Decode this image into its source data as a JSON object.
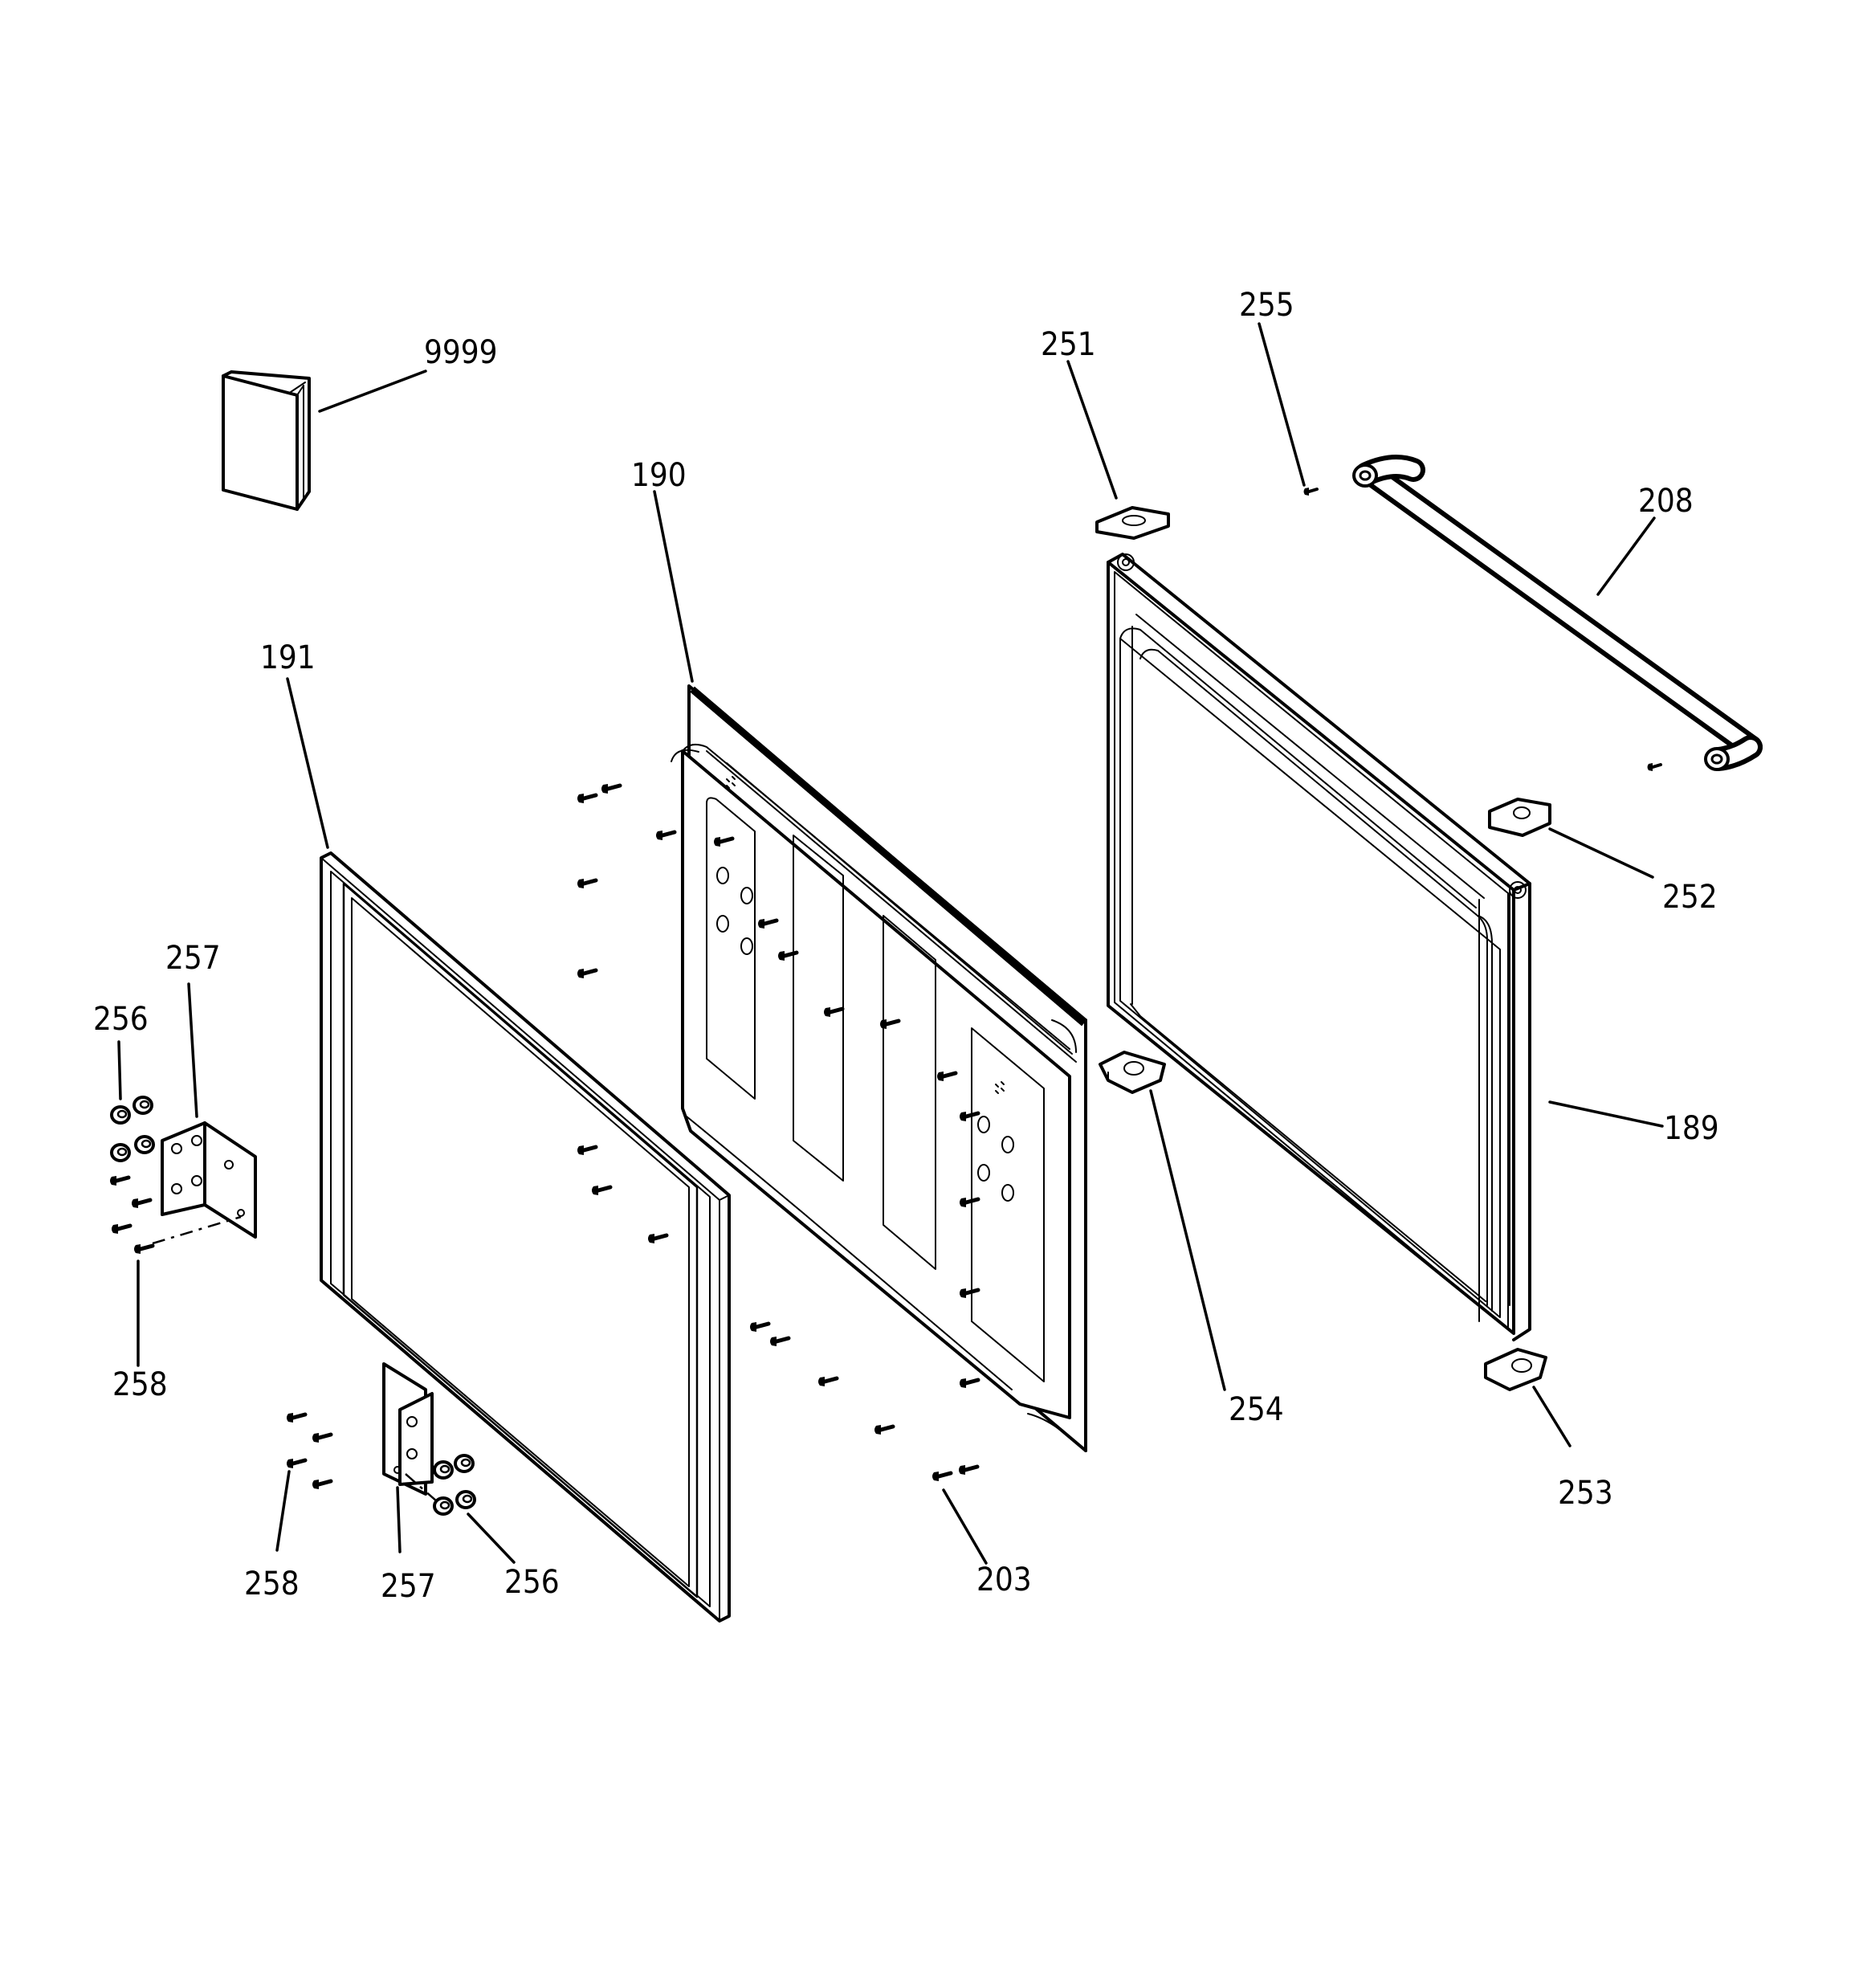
{
  "diagram": {
    "labels": {
      "p9999": "9999",
      "p190": "190",
      "p191": "191",
      "p251": "251",
      "p255": "255",
      "p208": "208",
      "p252": "252",
      "p189": "189",
      "p254": "254",
      "p253": "253",
      "p203": "203",
      "p257_left": "257",
      "p256_left": "256",
      "p258_left": "258",
      "p258_bottom": "258",
      "p257_bottom": "257",
      "p256_bottom": "256"
    }
  }
}
